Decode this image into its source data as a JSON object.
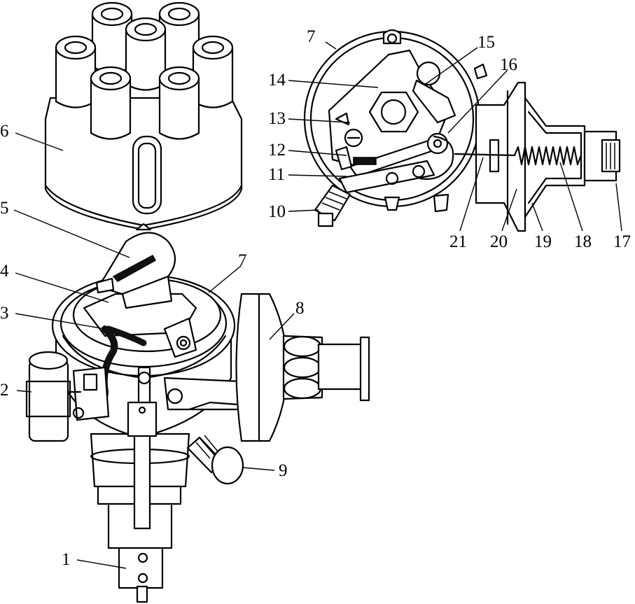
{
  "labels": {
    "n1": "1",
    "n2": "2",
    "n3": "3",
    "n4": "4",
    "n5": "5",
    "n6": "6",
    "n7a": "7",
    "n7b": "7",
    "n8": "8",
    "n9": "9",
    "n10": "10",
    "n11": "11",
    "n12": "12",
    "n13": "13",
    "n14": "14",
    "n15": "15",
    "n16": "16",
    "n17": "17",
    "n18": "18",
    "n19": "19",
    "n20": "20",
    "n21": "21"
  }
}
